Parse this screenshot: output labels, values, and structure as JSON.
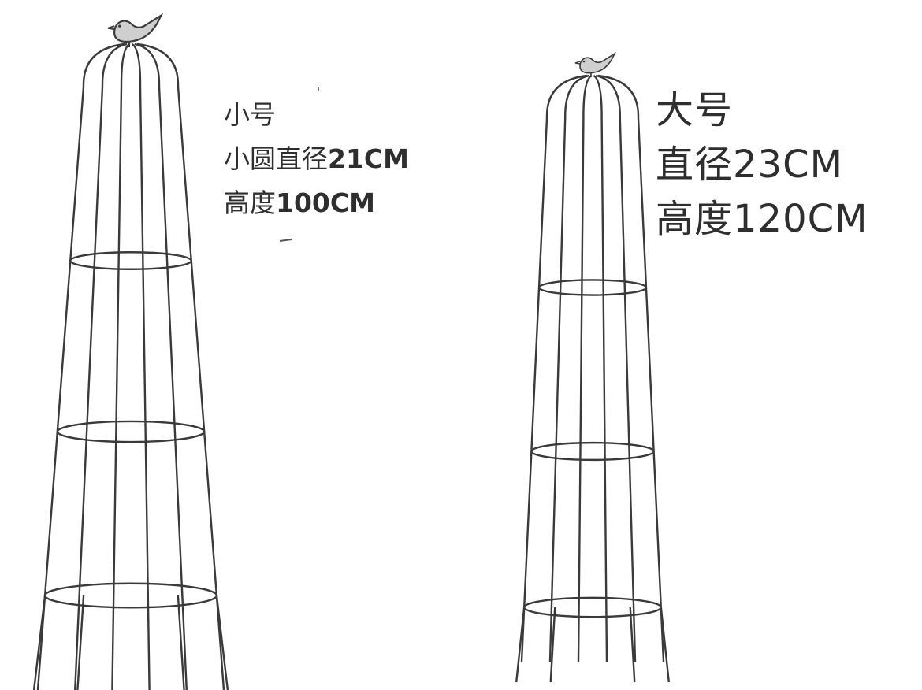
{
  "colors": {
    "background": "#ffffff",
    "wire": "#3a3a3a",
    "text": "#2e2e2e"
  },
  "icons": {
    "finial": "bird-icon"
  },
  "small_obelisk": {
    "size_label": "小号",
    "diameter_prefix": "小圆直径",
    "diameter_value": "21CM",
    "height_prefix": "高度",
    "height_value": "100CM"
  },
  "large_obelisk": {
    "size_label": "大号",
    "diameter_prefix": "直径",
    "diameter_value": "23CM",
    "height_prefix": "高度",
    "height_value": "120CM"
  }
}
